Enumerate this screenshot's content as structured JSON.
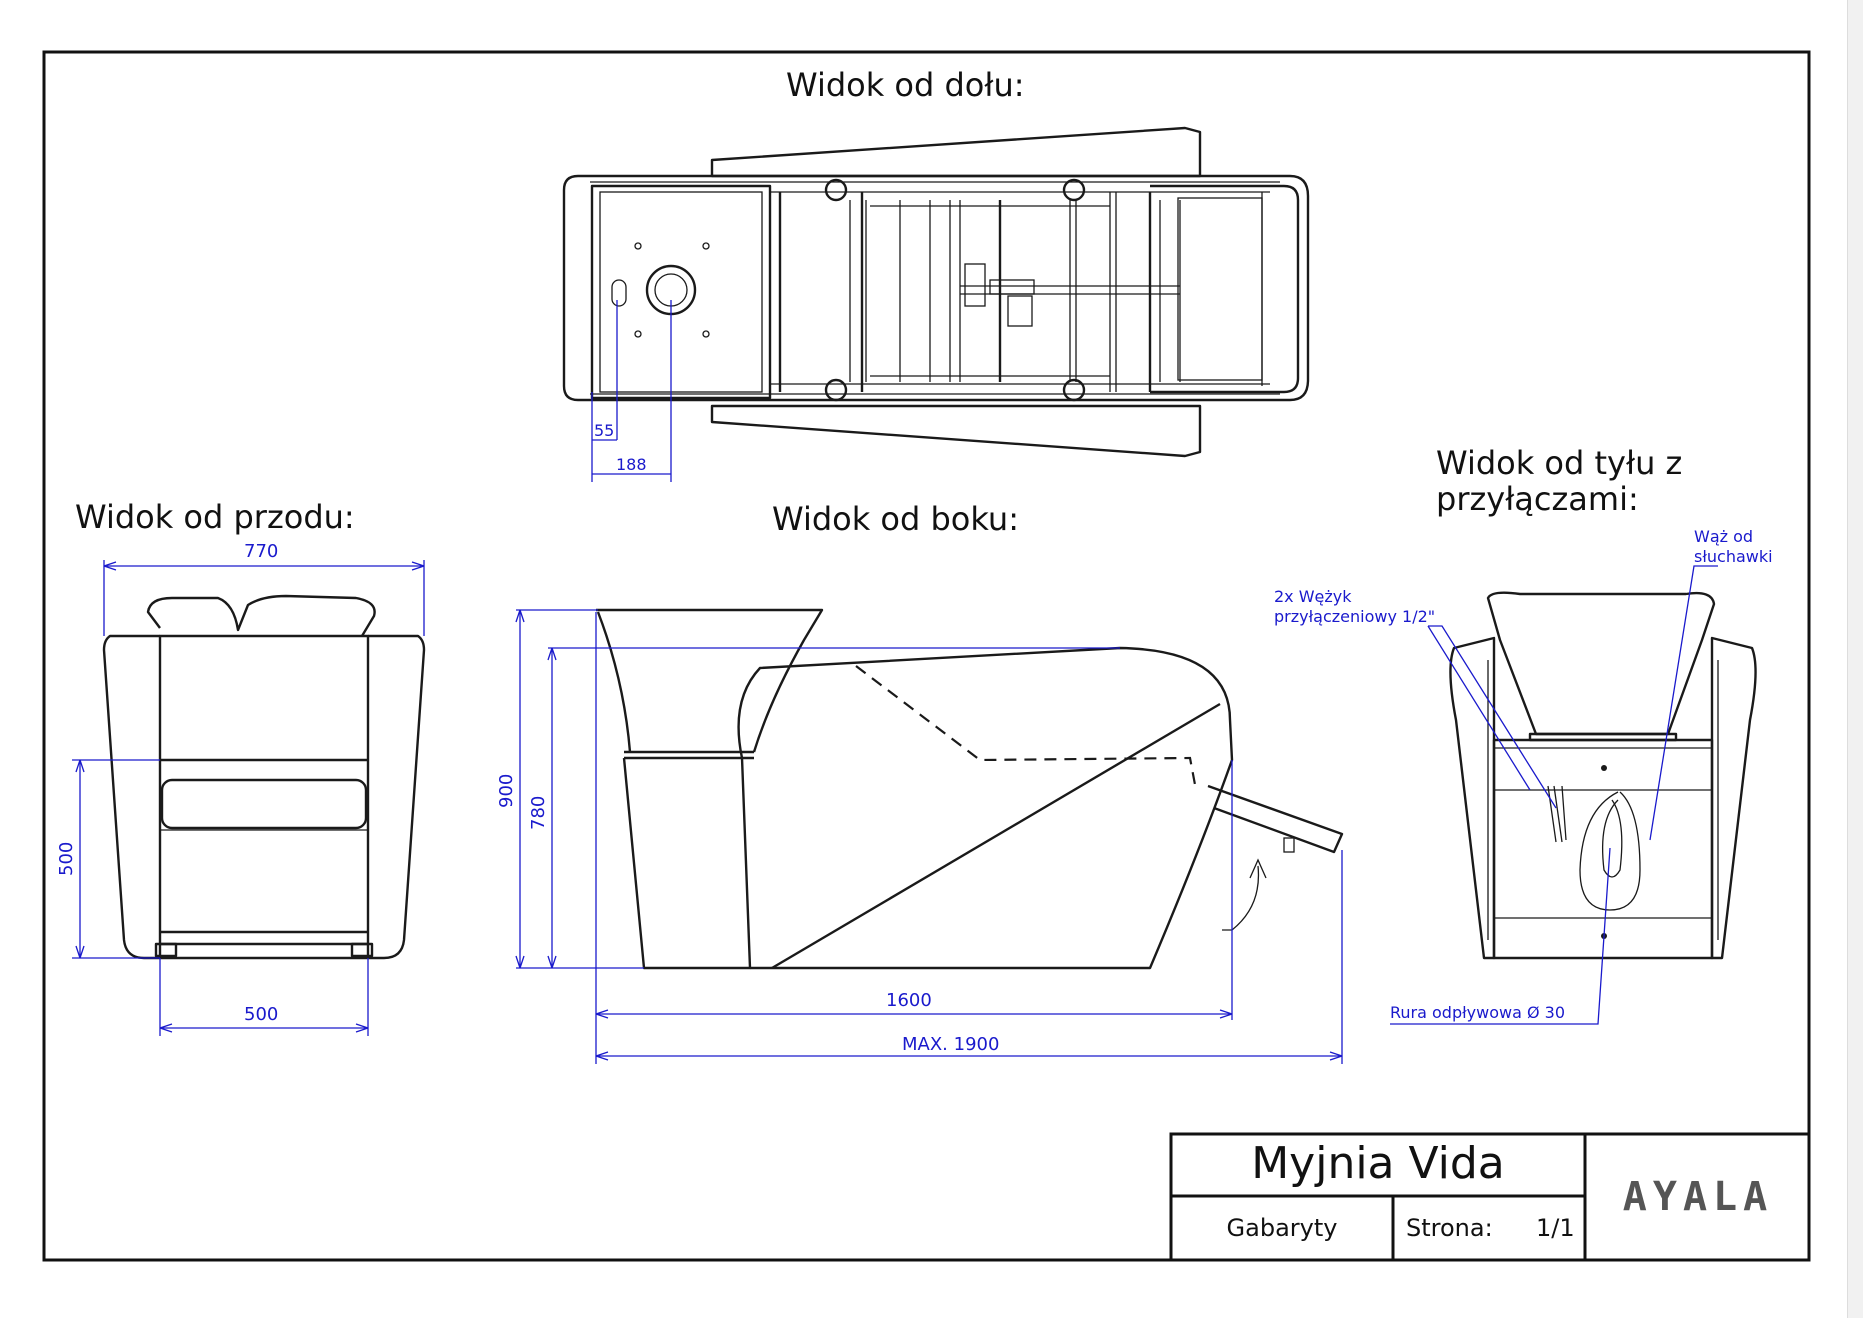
{
  "views": {
    "bottom": "Widok od dołu:",
    "front": "Widok od przodu:",
    "side": "Widok od boku:",
    "back_line1": "Widok od tyłu z",
    "back_line2": "przyłączami:"
  },
  "dimensions": {
    "bottom_55": "55",
    "bottom_188": "188",
    "front_width": "770",
    "front_height": "500",
    "front_base": "500",
    "side_900": "900",
    "side_780": "780",
    "side_length": "1600",
    "side_max": "MAX. 1900"
  },
  "callouts": {
    "hoses_line1": "2x Wężyk",
    "hoses_line2": "przyłączeniowy 1/2\"",
    "shower_hose_line1": "Wąż od",
    "shower_hose_line2": "słuchawki",
    "drain_pipe": "Rura odpływowa Ø 30"
  },
  "title_block": {
    "product": "Myjnia Vida",
    "sheet_name": "Gabaryty",
    "page_label": "Strona:",
    "page_value": "1/1",
    "logo": "AYALA"
  },
  "colors": {
    "line": "#1a1a1a",
    "dimension": "#1a1acc",
    "logo_accent": "#d4161c",
    "logo_gray": "#555555"
  }
}
